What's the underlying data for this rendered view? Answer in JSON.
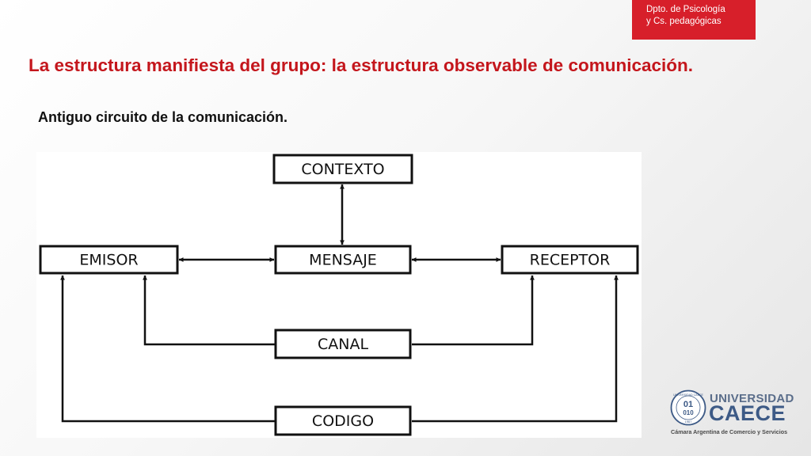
{
  "header": {
    "dept_line1": "Dpto. de Psicología",
    "dept_line2": "y Cs. pedagógicas",
    "badge_color": "#d71f2a"
  },
  "title": "La estructura manifiesta del grupo: la estructura observable de comunicación.",
  "title_color": "#c4161c",
  "subtitle": "Antiguo circuito de la comunicación.",
  "diagram": {
    "nodes": {
      "contexto": "CONTEXTO",
      "emisor": "EMISOR",
      "mensaje": "MENSAJE",
      "receptor": "RECEPTOR",
      "canal": "CANAL",
      "codigo": "CODIGO"
    },
    "edges": [
      {
        "from": "CONTEXTO",
        "to": "MENSAJE",
        "direction": "both"
      },
      {
        "from": "EMISOR",
        "to": "MENSAJE",
        "direction": "both"
      },
      {
        "from": "MENSAJE",
        "to": "RECEPTOR",
        "direction": "both"
      },
      {
        "from": "CANAL",
        "to": "EMISOR",
        "direction": "forward"
      },
      {
        "from": "CANAL",
        "to": "RECEPTOR",
        "direction": "forward"
      },
      {
        "from": "CODIGO",
        "to": "EMISOR",
        "direction": "forward"
      },
      {
        "from": "CODIGO",
        "to": "RECEPTOR",
        "direction": "forward"
      }
    ]
  },
  "logo": {
    "line1": "UNIVERSIDAD",
    "line2": "CAECE",
    "tagline": "Cámara Argentina de Comercio y Servicios",
    "seal_text": "UNIVERSIDAD CAECE",
    "seal_number": "01",
    "seal_number2": "010",
    "seal_year": "1967",
    "color": "#3d5a86"
  }
}
